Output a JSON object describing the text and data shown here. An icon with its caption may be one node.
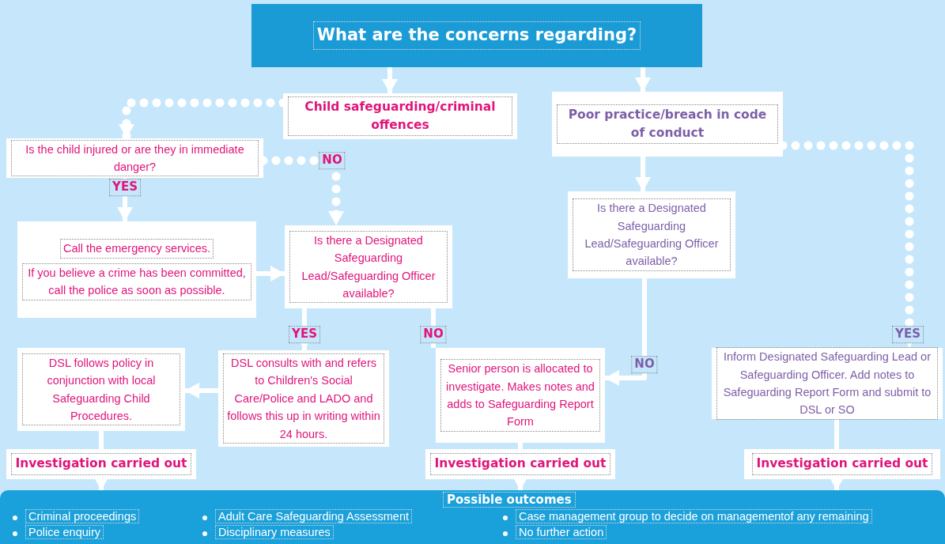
{
  "diagram": {
    "nodes": [
      {
        "text": [
          "What are the concerns regarding?"
        ]
      },
      {
        "text": [
          "Child safeguarding/criminal offences"
        ]
      },
      {
        "text": [
          "Poor practice/breach in code of conduct"
        ]
      },
      {
        "text": [
          "Is the child injured or are they in immediate danger?"
        ]
      },
      {
        "text": [
          "Call the emergency services.",
          "If you believe a crime has been committed, call the police as soon as possible."
        ]
      },
      {
        "text": [
          "Is there a Designated Safeguarding Lead/Safeguarding Officer available?"
        ]
      },
      {
        "text": [
          "Is there a Designated Safeguarding Lead/Safeguarding Officer available?"
        ]
      },
      {
        "text": [
          "DSL follows policy in conjunction with local Safeguarding Child Procedures."
        ]
      },
      {
        "text": [
          "DSL consults with and refers to Children's Social Care/Police and LADO and follows this up in writing within 24 hours."
        ]
      },
      {
        "text": [
          "Senior person is allocated to investigate. Makes notes and adds to Safeguarding Report Form"
        ]
      },
      {
        "text": [
          "Inform Designated Safeguarding Lead or Safeguarding Officer. Add notes to Safeguarding Report Form and submit to DSL or SO"
        ]
      },
      {
        "text": [
          "Investigation carried out"
        ]
      },
      {
        "text": [
          "Investigation carried out"
        ]
      },
      {
        "text": [
          "Investigation carried out"
        ]
      },
      {
        "text": [
          "Possible outcomes",
          "Criminal proceedings",
          "Police enquiry",
          "Adult Care Safeguarding Assessment",
          "Disciplinary measures",
          "Case management group to decide on managementof any remaining",
          "No further action"
        ]
      }
    ],
    "edges": [
      {
        "from": 0,
        "to": 1,
        "arrow": "to"
      },
      {
        "from": 0,
        "to": 2,
        "arrow": "to"
      },
      {
        "from": 1,
        "to": 3,
        "arrow": "to",
        "style": "dashed"
      },
      {
        "from": 3,
        "to": 5,
        "arrow": "to",
        "style": "dashed",
        "label": "NO"
      },
      {
        "from": 3,
        "to": 4,
        "arrow": "to",
        "label": "YES"
      },
      {
        "from": 4,
        "to": 5,
        "arrow": "to"
      },
      {
        "from": 5,
        "to": 8,
        "arrow": "to",
        "label": "YES"
      },
      {
        "from": 5,
        "to": 9,
        "arrow": "to",
        "label": "NO"
      },
      {
        "from": 8,
        "to": 7,
        "arrow": "to"
      },
      {
        "from": 6,
        "to": 9,
        "arrow": "to",
        "label": "NO"
      },
      {
        "from": 2,
        "to": 6,
        "arrow": "to"
      },
      {
        "from": 2,
        "to": 10,
        "arrow": "to",
        "style": "dashed",
        "label": "YES"
      },
      {
        "from": 7,
        "to": 11,
        "arrow": "none"
      },
      {
        "from": 9,
        "to": 12,
        "arrow": "none"
      },
      {
        "from": 10,
        "to": 13,
        "arrow": "none"
      },
      {
        "from": 11,
        "to": 14,
        "arrow": "to"
      },
      {
        "from": 12,
        "to": 14,
        "arrow": "to"
      },
      {
        "from": 13,
        "to": 14,
        "arrow": "to"
      }
    ]
  }
}
